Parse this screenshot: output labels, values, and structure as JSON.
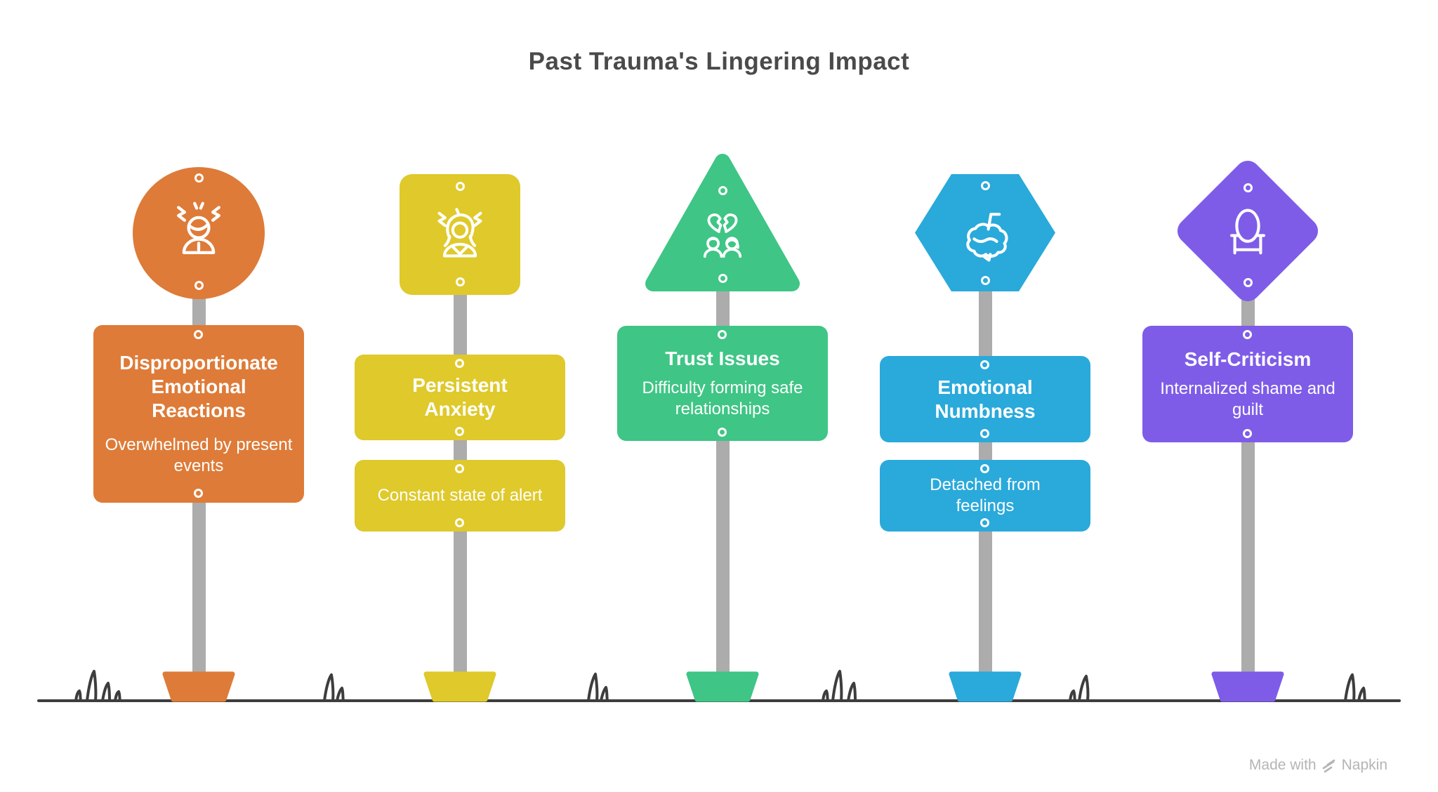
{
  "title": "Past Trauma's Lingering Impact",
  "items": [
    {
      "id": "disproportionate-emotional-reactions",
      "shape": "circle",
      "icon": "stressed-person-icon",
      "color": "#DE7B38",
      "title": "Disproportionate Emotional Reactions",
      "description": "Overwhelmed by present events"
    },
    {
      "id": "persistent-anxiety",
      "shape": "rounded-square",
      "icon": "anxious-person-icon",
      "color": "#DFC92B",
      "title": "Persistent Anxiety",
      "description": "Constant state of alert"
    },
    {
      "id": "trust-issues",
      "shape": "triangle",
      "icon": "broken-heart-couple-icon",
      "color": "#3FC585",
      "title": "Trust Issues",
      "description": "Difficulty forming safe relationships"
    },
    {
      "id": "emotional-numbness",
      "shape": "hexagon",
      "icon": "brain-icon",
      "color": "#2AA9DB",
      "title": "Emotional Numbness",
      "description": "Detached from feelings"
    },
    {
      "id": "self-criticism",
      "shape": "diamond",
      "icon": "mirror-icon",
      "color": "#7E5CE8",
      "title": "Self-Criticism",
      "description": "Internalized shame and guilt"
    }
  ],
  "colors": {
    "pole": "#ACACAC",
    "ground": "#3D3D3D",
    "title_text": "#4A4A4A",
    "watermark": "#B5B5B5",
    "icon_stroke": "#FFFFFF"
  },
  "watermark": {
    "prefix": "Made with",
    "brand": "Napkin"
  }
}
